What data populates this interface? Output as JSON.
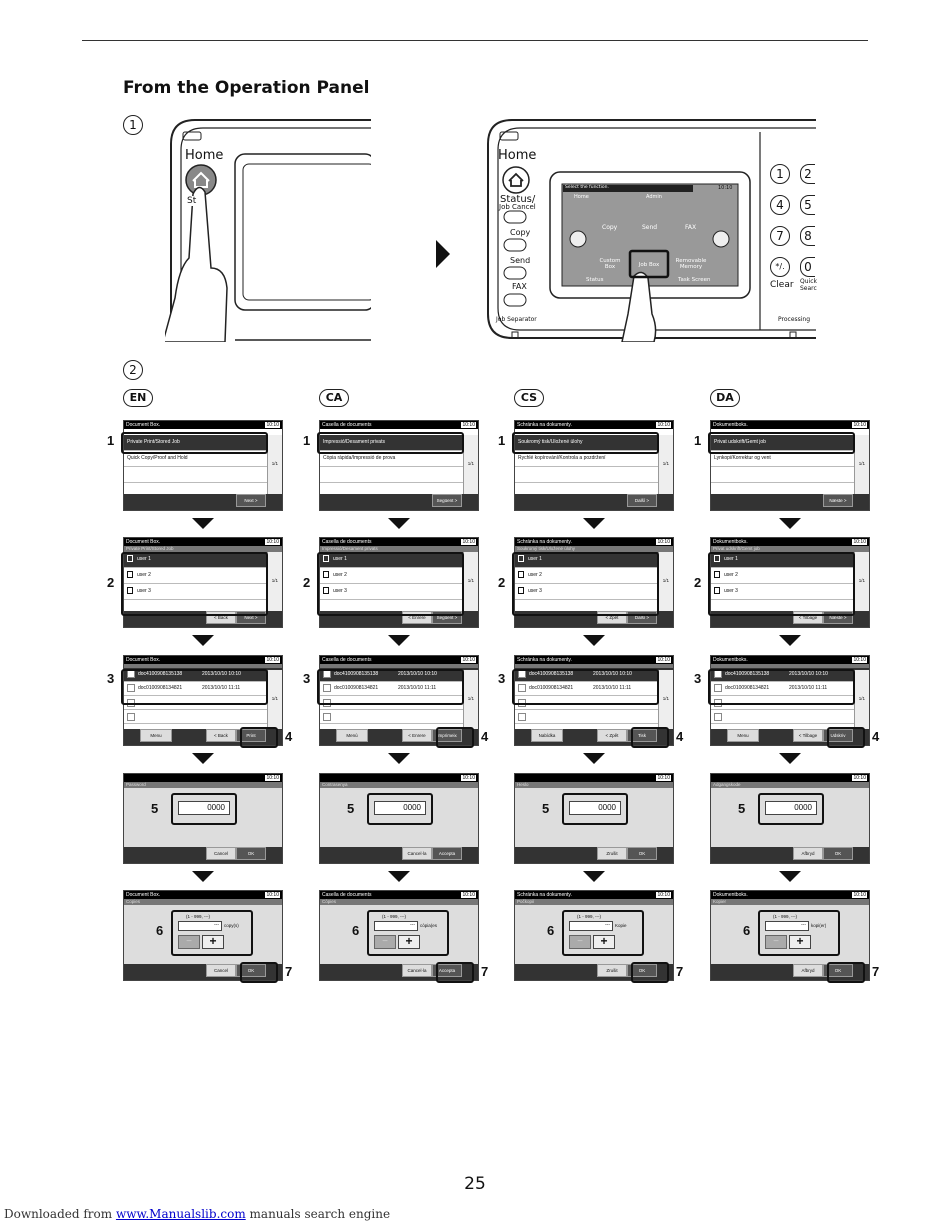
{
  "section_title": "From the Operation Panel",
  "steps": {
    "s1": "1",
    "s2": "2"
  },
  "left_panel": {
    "home": "Home",
    "status": "St"
  },
  "right_panel": {
    "home": "Home",
    "status": "Status/",
    "job_cancel": "Job Cancel",
    "copy": "Copy",
    "send": "Send",
    "fax": "FAX",
    "job_separator": "Job Separator",
    "processing": "Processing",
    "clear": "Clear",
    "quick": "Quick",
    "search": "Searc",
    "screen": {
      "select": "Select the function.",
      "clock": "10:10",
      "home": "Home",
      "admin": "Admin",
      "copy": "Copy",
      "send": "Send",
      "fax": "FAX",
      "custom_box": "Custom Box",
      "job_box": "Job Box",
      "removable": "Removable Memory",
      "status": "Status",
      "task": "Task Screen"
    },
    "keys": [
      "1",
      "2",
      "4",
      "5",
      "7",
      "8",
      "*/.",
      "0"
    ]
  },
  "columns": [
    {
      "lang": "EN",
      "box": "Document Box.",
      "s1_row1": "Private Print/Stored Job",
      "s1_row2": "Quick Copy/Proof and Hold",
      "next": "Next >",
      "back": "< Back",
      "users": [
        "user 1",
        "user 2",
        "user 3"
      ],
      "menu": "Menu",
      "print": "Print",
      "password": "Password",
      "cancel": "Cancel",
      "ok": "OK",
      "copies": "Copies",
      "copy_unit": "copy(s)"
    },
    {
      "lang": "CA",
      "box": "Casella de documents",
      "s1_row1": "Impressió/Desament privats",
      "s1_row2": "Còpia ràpida/Impressió de prova",
      "next": "Següent >",
      "back": "< Enrere",
      "users": [
        "user 1",
        "user 2",
        "user 3"
      ],
      "menu": "Menú",
      "print": "Imprimeix",
      "password": "Contrasenya",
      "cancel": "Cancel·la",
      "ok": "Accepta",
      "copies": "Còpies",
      "copy_unit": "còpia(es"
    },
    {
      "lang": "CS",
      "box": "Schránka na dokumenty.",
      "s1_row1": "Soukromý tisk/Uložené úlohy",
      "s1_row2": "Rychlé kopírování/Kontrola a pozdržení",
      "next": "Další >",
      "back": "< Zpět",
      "users": [
        "user 1",
        "user 2",
        "user 3"
      ],
      "menu": "Nabídka",
      "print": "Tisk",
      "password": "Heslo",
      "cancel": "Zrušit",
      "ok": "OK",
      "copies": "Počkopií",
      "copy_unit": "Kopie"
    },
    {
      "lang": "DA",
      "box": "Dokumentboks.",
      "s1_row1": "Privat udskrift/Gemt job",
      "s1_row2": "Lynkopi/Korrektur og vent",
      "next": "Næste >",
      "back": "< Tilbage",
      "users": [
        "user 1",
        "user 2",
        "user 3"
      ],
      "menu": "Menu",
      "print": "Udskriv",
      "password": "Adgangskode",
      "cancel": "Afbryd",
      "ok": "OK",
      "copies": "Kopier",
      "copy_unit": "kopi(er)"
    }
  ],
  "common": {
    "clock": "10:10",
    "page_frac": "1/1",
    "doc1": "doc4100908135138",
    "doc1_date": "2013/10/10 10:10",
    "doc2": "doc0100908134821",
    "doc2_date": "2013/10/10 11:11",
    "password_value": "0000",
    "range": "(1 - 999, ---)",
    "copies_value": "---",
    "minus": "−",
    "plus": "+",
    "step_labels": [
      "1",
      "2",
      "3",
      "4",
      "5",
      "6",
      "7"
    ]
  },
  "page_number": "25",
  "footer": {
    "prefix": "Downloaded from",
    "link": "www.Manualslib.com",
    "suffix": "manuals search engine"
  }
}
